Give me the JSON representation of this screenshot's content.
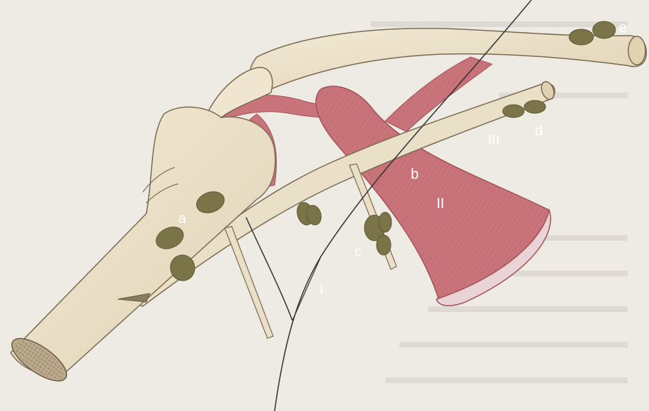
{
  "labels": {
    "a": "a",
    "b": "b",
    "c": "c",
    "d": "d",
    "e": "e",
    "level_1": "I",
    "level_2": "II",
    "level_3": "III"
  },
  "colors": {
    "background": "#eeeae4",
    "vessel": "#eadfc7",
    "vessel_outline": "#7a6a52",
    "muscle": "#c9737a",
    "muscle_dark": "#a4525a",
    "lymph_node": "#7b7449",
    "lymph_node_outline": "#5e5935",
    "line": "#333333"
  }
}
